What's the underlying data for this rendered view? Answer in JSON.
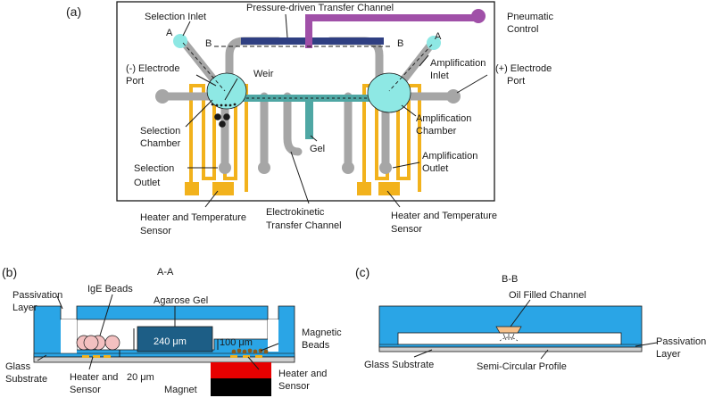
{
  "panel_a": {
    "tag": "(a)",
    "labels": {
      "selection_inlet": "Selection Inlet",
      "pressure_channel": "Pressure-driven  Transfer Channel",
      "pneumatic_1": "Pneumatic",
      "pneumatic_2": "Control",
      "electrode_neg_1": "(-) Electrode",
      "electrode_neg_2": "Port",
      "weir": "Weir",
      "amp_inlet_1": "Amplification",
      "amp_inlet_2": "Inlet",
      "electrode_pos_1": "(+) Electrode",
      "electrode_pos_2": "Port",
      "sel_chamber_1": "Selection",
      "sel_chamber_2": "Chamber",
      "amp_chamber_1": "Amplification",
      "amp_chamber_2": "Chamber",
      "gel": "Gel",
      "sel_outlet_1": "Selection",
      "sel_outlet_2": "Outlet",
      "amp_outlet_1": "Amplification",
      "amp_outlet_2": "Outlet",
      "heater_left_1": "Heater and Temperature",
      "heater_left_2": "Sensor",
      "ek_channel_1": "Electrokinetic",
      "ek_channel_2": "Transfer  Channel",
      "heater_right_1": "Heater and Temperature",
      "heater_right_2": "Sensor",
      "section_a_left": "A",
      "section_a_right": "A",
      "section_b_left": "B",
      "section_b_right": "B"
    }
  },
  "panel_b": {
    "tag": "(b)",
    "title": "A-A",
    "labels": {
      "passivation_1": "Passivation",
      "passivation_2": "Layer",
      "ige_beads": "IgE Beads",
      "agarose_gel": "Agarose Gel",
      "gel_height": "240 μm",
      "chan_height": "100 μm",
      "magnetic_1": "Magnetic",
      "magnetic_2": "Beads",
      "glass_1": "Glass",
      "glass_2": "Substrate",
      "heater_1": "Heater and",
      "heater_2": "Sensor",
      "gap": "20 μm",
      "heater_r1": "Heater and",
      "heater_r2": "Sensor",
      "magnet": "Magnet"
    }
  },
  "panel_c": {
    "tag": "(c)",
    "title": "B-B",
    "labels": {
      "oil_channel": "Oil Filled Channel",
      "glass": "Glass Substrate",
      "profile": "Semi-Circular Profile",
      "passivation_1": "Passivation",
      "passivation_2": "Layer"
    }
  },
  "colors": {
    "chip_grey": "#a6a6a6",
    "chamber_cyan": "#8ee8e4",
    "ek_teal": "#4fa7a4",
    "pneumatic_purple": "#a050a8",
    "heater_gold": "#f2b21c",
    "pdms_blue": "#2aa5e6",
    "gel_dark": "#1d5e86",
    "bead_pink": "#f3c0c0",
    "magnet_red": "#e60000",
    "oil_orange": "#f5c08a"
  }
}
